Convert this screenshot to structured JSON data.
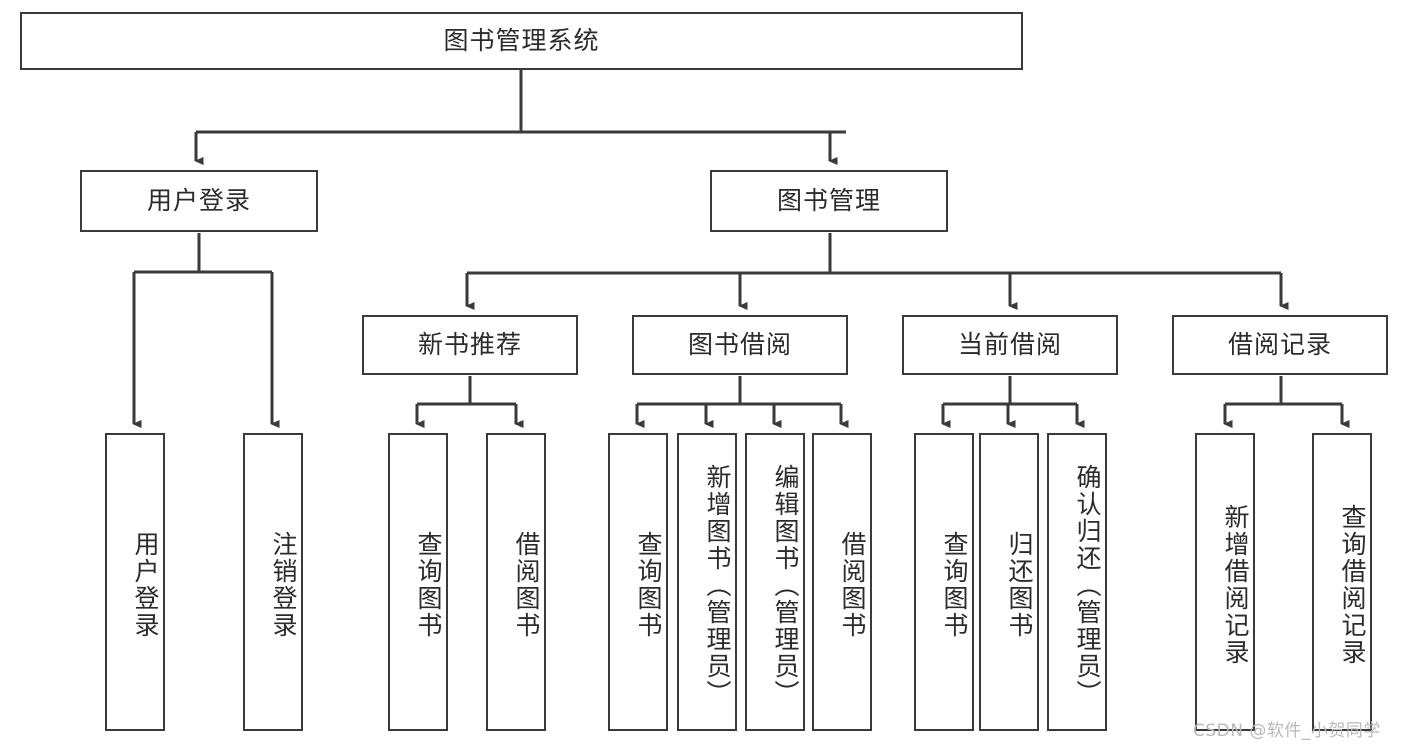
{
  "diagram": {
    "title": "图书管理系统",
    "type": "tree-hierarchy-diagram",
    "colors": {
      "box_border": "#3a3a3a",
      "box_fill": "#ffffff",
      "connector": "#3a3a3a",
      "text": "#2b2b2b",
      "watermark": "#b9b9b9",
      "background": "#ffffff"
    },
    "root": {
      "label": "图书管理系统"
    },
    "level2": [
      {
        "label": "用户登录"
      },
      {
        "label": "图书管理"
      }
    ],
    "level3": [
      {
        "label": "新书推荐"
      },
      {
        "label": "图书借阅"
      },
      {
        "label": "当前借阅"
      },
      {
        "label": "借阅记录"
      }
    ],
    "leaves": {
      "user_login": [
        {
          "label": "用户登录"
        },
        {
          "label": "注销登录"
        }
      ],
      "new_book_recommend": [
        {
          "label": "查询图书"
        },
        {
          "label": "借阅图书"
        }
      ],
      "book_borrow": [
        {
          "label": "查询图书"
        },
        {
          "label": "新增图书（管理员）"
        },
        {
          "label": "编辑图书（管理员）"
        },
        {
          "label": "借阅图书"
        }
      ],
      "current_borrow": [
        {
          "label": "查询图书"
        },
        {
          "label": "归还图书"
        },
        {
          "label": "确认归还（管理员）"
        }
      ],
      "borrow_record": [
        {
          "label": "新增借阅记录"
        },
        {
          "label": "查询借阅记录"
        }
      ]
    }
  },
  "watermark": {
    "text": "CSDN @软件_小贺同学"
  }
}
